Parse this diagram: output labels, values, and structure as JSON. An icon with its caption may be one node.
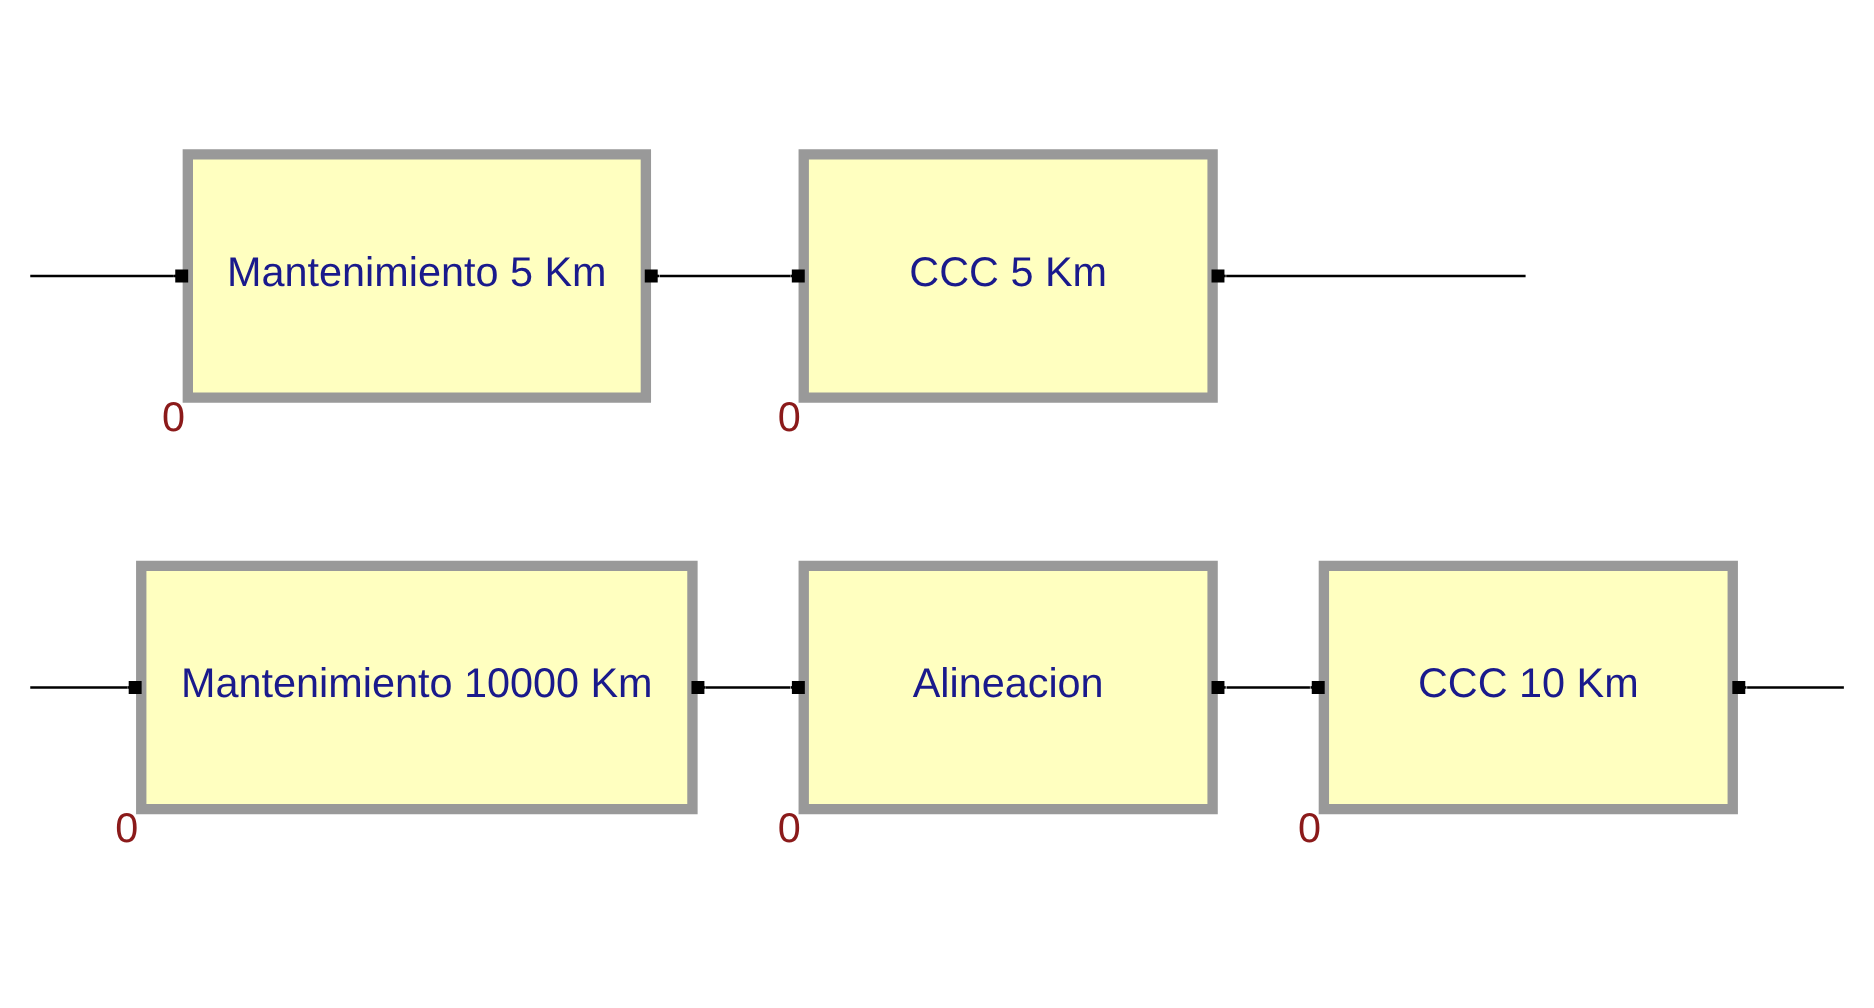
{
  "diagram": {
    "nodes": [
      {
        "text": [
          "Mantenimiento 5 Km"
        ],
        "beside": [
          "0"
        ]
      },
      {
        "text": [
          "CCC 5 Km"
        ],
        "beside": [
          "0"
        ]
      },
      {
        "text": [
          "Mantenimiento 10000 Km"
        ],
        "beside": [
          "0"
        ]
      },
      {
        "text": [
          "Alineacion"
        ],
        "beside": [
          "0"
        ]
      },
      {
        "text": [
          "CCC 10 Km"
        ],
        "beside": [
          "0"
        ]
      }
    ],
    "edges": [
      {
        "from": null,
        "to": 0,
        "arrow": "to"
      },
      {
        "from": 0,
        "to": 1,
        "arrow": "other"
      },
      {
        "from": null,
        "to": 1,
        "arrow": "to"
      },
      {
        "from": null,
        "to": 2,
        "arrow": "to"
      },
      {
        "from": 2,
        "to": 3,
        "arrow": "other"
      },
      {
        "from": 3,
        "to": 4,
        "arrow": "other"
      },
      {
        "from": null,
        "to": 4,
        "arrow": "to"
      }
    ]
  }
}
